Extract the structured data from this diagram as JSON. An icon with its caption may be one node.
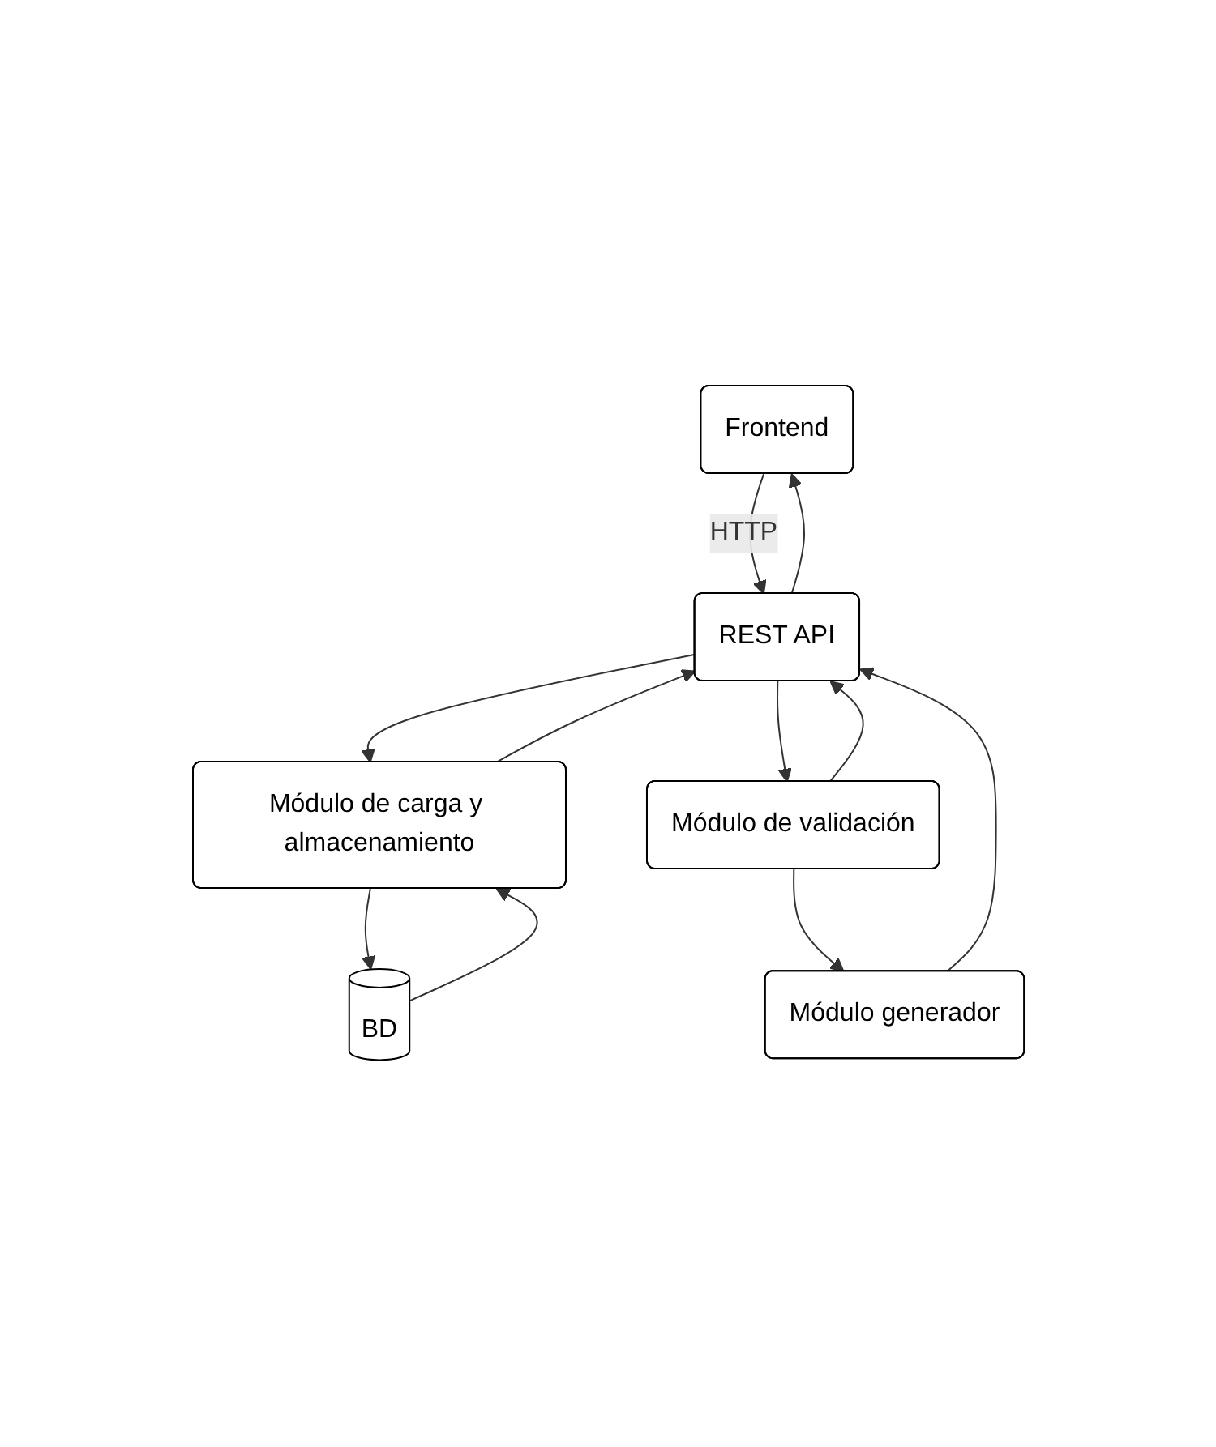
{
  "diagram": {
    "nodes": [
      {
        "text": [
          "Frontend"
        ]
      },
      {
        "text": [
          "REST API"
        ]
      },
      {
        "text": [
          "Módulo de carga y almacenamiento"
        ]
      },
      {
        "text": [
          "Módulo generador"
        ]
      },
      {
        "text": [
          "BD"
        ]
      },
      {
        "text": [
          "Módulo de validación"
        ]
      }
    ],
    "edges": [
      {
        "from": 1,
        "to": 0,
        "arrow": "to"
      },
      {
        "from": 0,
        "to": 1,
        "arrow": "to",
        "label": "HTTP"
      },
      {
        "from": 1,
        "to": 2,
        "arrow": "to"
      },
      {
        "from": 2,
        "to": 1,
        "arrow": "to"
      },
      {
        "from": 1,
        "to": 5,
        "arrow": "to"
      },
      {
        "from": 5,
        "to": 1,
        "arrow": "to"
      },
      {
        "from": 5,
        "to": 3,
        "arrow": "to"
      },
      {
        "from": 3,
        "to": 1,
        "arrow": "to"
      },
      {
        "from": 2,
        "to": 4,
        "arrow": "to"
      },
      {
        "from": 4,
        "to": 2,
        "arrow": "to"
      }
    ]
  }
}
